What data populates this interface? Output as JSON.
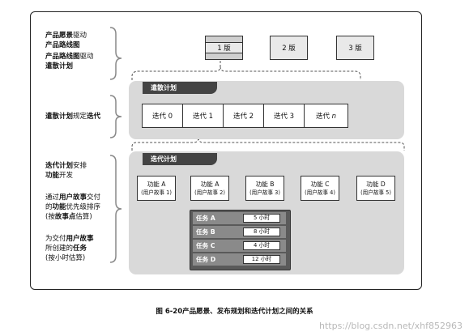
{
  "left_labels": {
    "g1_l1_bold": "产品愿景",
    "g1_l1_rest": "驱动",
    "g1_l2_bold": "产品路线图",
    "g1_l3_bold": "产品路线图",
    "g1_l3_rest": "驱动",
    "g1_l4_bold": "遣散计划",
    "g2_bold1": "遣散计划",
    "g2_mid": "规定",
    "g2_bold2": "迭代",
    "g3_l1_bold": "迭代计划",
    "g3_l1_rest": "安排",
    "g3_l2_bold": "功能",
    "g3_l2_rest": "开发",
    "g4_l1_pre": "通过",
    "g4_l1_bold": "用户故事",
    "g4_l1_rest": "交付",
    "g4_l2_pre": "的",
    "g4_l2_bold": "功能",
    "g4_l2_rest": "优先级排序",
    "g4_l3_pre": "(按",
    "g4_l3_bold": "故事点",
    "g4_l3_rest": "估算)",
    "g5_l1_pre": "为交付",
    "g5_l1_bold": "用户故事",
    "g5_l2_pre": "所创建的",
    "g5_l2_bold": "任务",
    "g5_l3": "(按小时估算)"
  },
  "releases": [
    "1 版",
    "2 版",
    "3 版"
  ],
  "release_plan_tag": "遣散计划",
  "iterations": [
    "迭代 0",
    "迭代 1",
    "迭代 2",
    "迭代 3",
    "迭代 n"
  ],
  "iteration_plan_tag": "迭代计划",
  "features": [
    {
      "name": "功能 A",
      "story": "(用户故事 1)"
    },
    {
      "name": "功能 A",
      "story": "(用户故事 2)"
    },
    {
      "name": "功能 B",
      "story": "(用户故事 3)"
    },
    {
      "name": "功能 C",
      "story": "(用户故事 4)"
    },
    {
      "name": "功能 D",
      "story": "(用户故事 5)"
    }
  ],
  "tasks": [
    {
      "name": "任务 A",
      "hours": "5 小时"
    },
    {
      "name": "任务 B",
      "hours": "8 小时"
    },
    {
      "name": "任务 C",
      "hours": "4 小时"
    },
    {
      "name": "任务 D",
      "hours": "12 小时"
    }
  ],
  "caption": "图 6-20产品愿景、发布规划和迭代计划之间的关系",
  "watermark": "https://blog.csdn.net/xhf852963"
}
